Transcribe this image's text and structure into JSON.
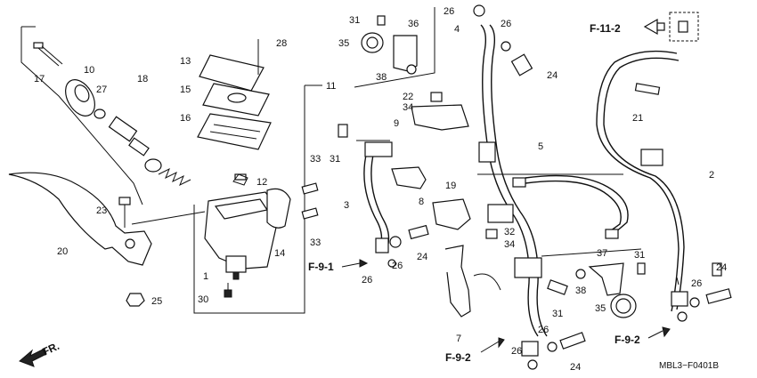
{
  "diagram": {
    "code": "MBL3−F0401B",
    "direction_label": "FR.",
    "ref_labels": {
      "f11_2": "F-11-2",
      "f9_1": "F-9-1",
      "f9_2_bottom": "F-9-2",
      "f9_2_right": "F-9-2"
    },
    "callouts": {
      "p1": "1",
      "p2": "2",
      "p3": "3",
      "p4": "4",
      "p5": "5",
      "p7": "7",
      "p8": "8",
      "p9": "9",
      "p10": "10",
      "p11": "11",
      "p12": "12",
      "p13": "13",
      "p14": "14",
      "p15": "15",
      "p16": "16",
      "p17": "17",
      "p18": "18",
      "p19": "19",
      "p20": "20",
      "p21": "21",
      "p22": "22",
      "p23": "23",
      "p24a": "24",
      "p24b": "24",
      "p24c": "24",
      "p24d": "24",
      "p25": "25",
      "p26a": "26",
      "p26b": "26",
      "p26c": "26",
      "p26d": "26",
      "p26e": "26",
      "p26f": "26",
      "p26g": "26",
      "p27": "27",
      "p28": "28",
      "p30": "30",
      "p31a": "31",
      "p31b": "31",
      "p31c": "31",
      "p31d": "31",
      "p32": "32",
      "p33a": "33",
      "p33b": "33",
      "p34a": "34",
      "p34b": "34",
      "p35a": "35",
      "p35b": "35",
      "p36": "36",
      "p37": "37",
      "p38a": "38",
      "p38b": "38"
    }
  }
}
